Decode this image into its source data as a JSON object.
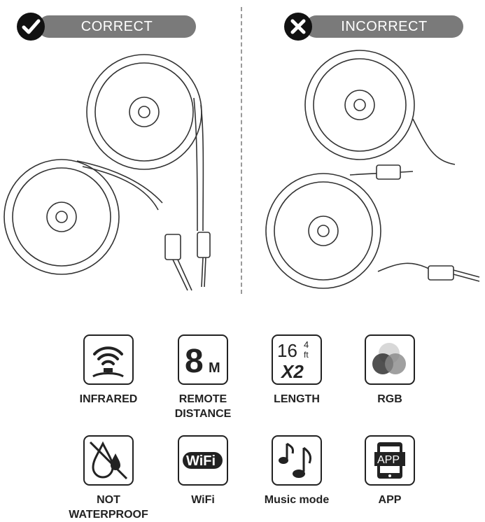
{
  "badges": {
    "correct": {
      "label": "CORRECT",
      "icon": "checkmark-icon"
    },
    "incorrect": {
      "label": "INCORRECT",
      "icon": "x-mark-icon"
    }
  },
  "features": [
    {
      "id": "infrared",
      "label_line1": "INFRARED",
      "label_line2": "",
      "icon": "infrared-signal-icon"
    },
    {
      "id": "remote-distance",
      "label_line1": "REMOTE",
      "label_line2": "DISTANCE",
      "icon": "distance-icon",
      "icon_text": "8",
      "icon_unit": "M"
    },
    {
      "id": "length",
      "label_line1": "LENGTH",
      "label_line2": "",
      "icon": "length-icon",
      "icon_text": "16",
      "icon_frac_top": "4",
      "icon_frac_unit": "ft",
      "icon_mult": "X2"
    },
    {
      "id": "rgb",
      "label_line1": "RGB",
      "label_line2": "",
      "icon": "rgb-circles-icon"
    },
    {
      "id": "not-waterproof",
      "label_line1": "NOT",
      "label_line2": "WATERPROOF",
      "icon": "water-drop-crossed-icon"
    },
    {
      "id": "wifi",
      "label_line1": "WiFi",
      "label_line2": "",
      "icon": "wifi-icon",
      "icon_text": "WiFi"
    },
    {
      "id": "music-mode",
      "label_line1": "Music mode",
      "label_line2": "",
      "icon": "music-note-icon"
    },
    {
      "id": "app",
      "label_line1": "APP",
      "label_line2": "",
      "icon": "app-phone-icon",
      "icon_text": "APP"
    }
  ]
}
